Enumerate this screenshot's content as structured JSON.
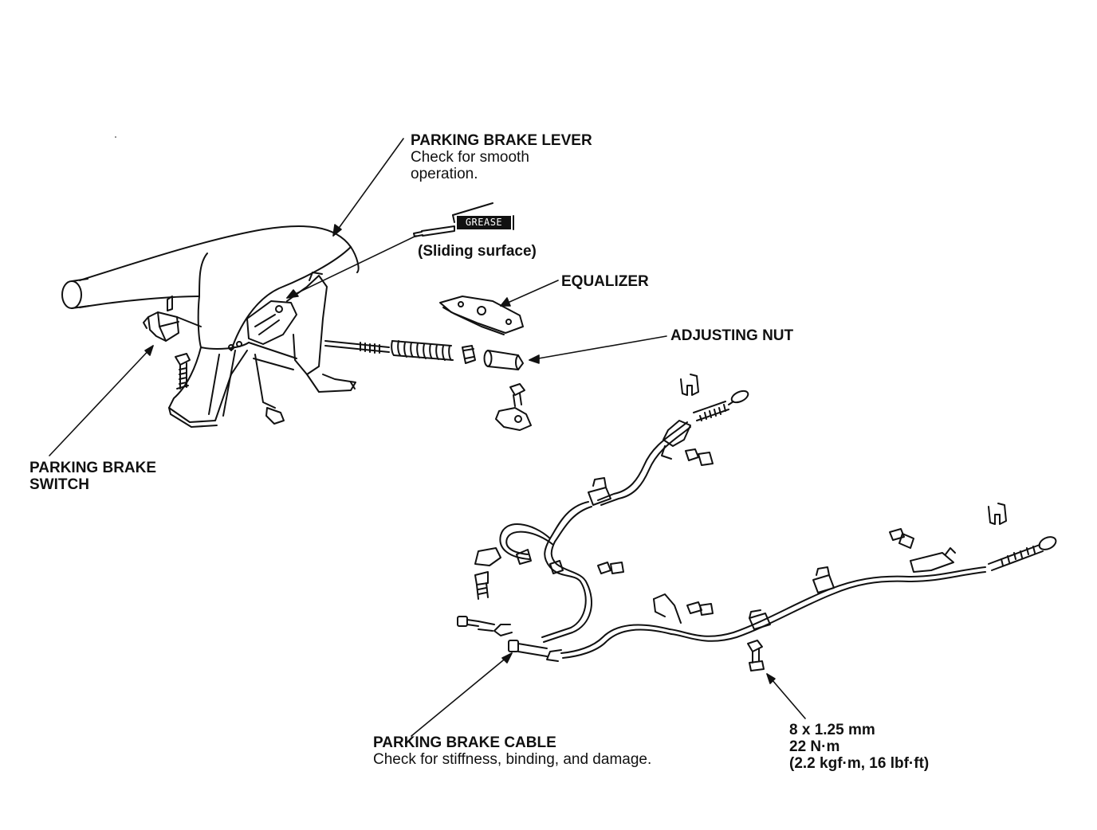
{
  "labels": {
    "lever": {
      "title": "PARKING BRAKE LEVER",
      "line1": "Check for smooth",
      "line2": "operation."
    },
    "grease": {
      "tag": "GREASE",
      "note": "(Sliding surface)"
    },
    "equalizer": {
      "title": "EQUALIZER"
    },
    "adjusting_nut": {
      "title": "ADJUSTING NUT"
    },
    "switch": {
      "line1": "PARKING BRAKE",
      "line2": "SWITCH"
    },
    "cable": {
      "title": "PARKING BRAKE CABLE",
      "line1": "Check for stiffness, binding, and damage."
    },
    "torque": {
      "line1": "8 x 1.25 mm",
      "line2": "22 N·m",
      "line3": "(2.2 kgf·m, 16 lbf·ft)"
    }
  }
}
